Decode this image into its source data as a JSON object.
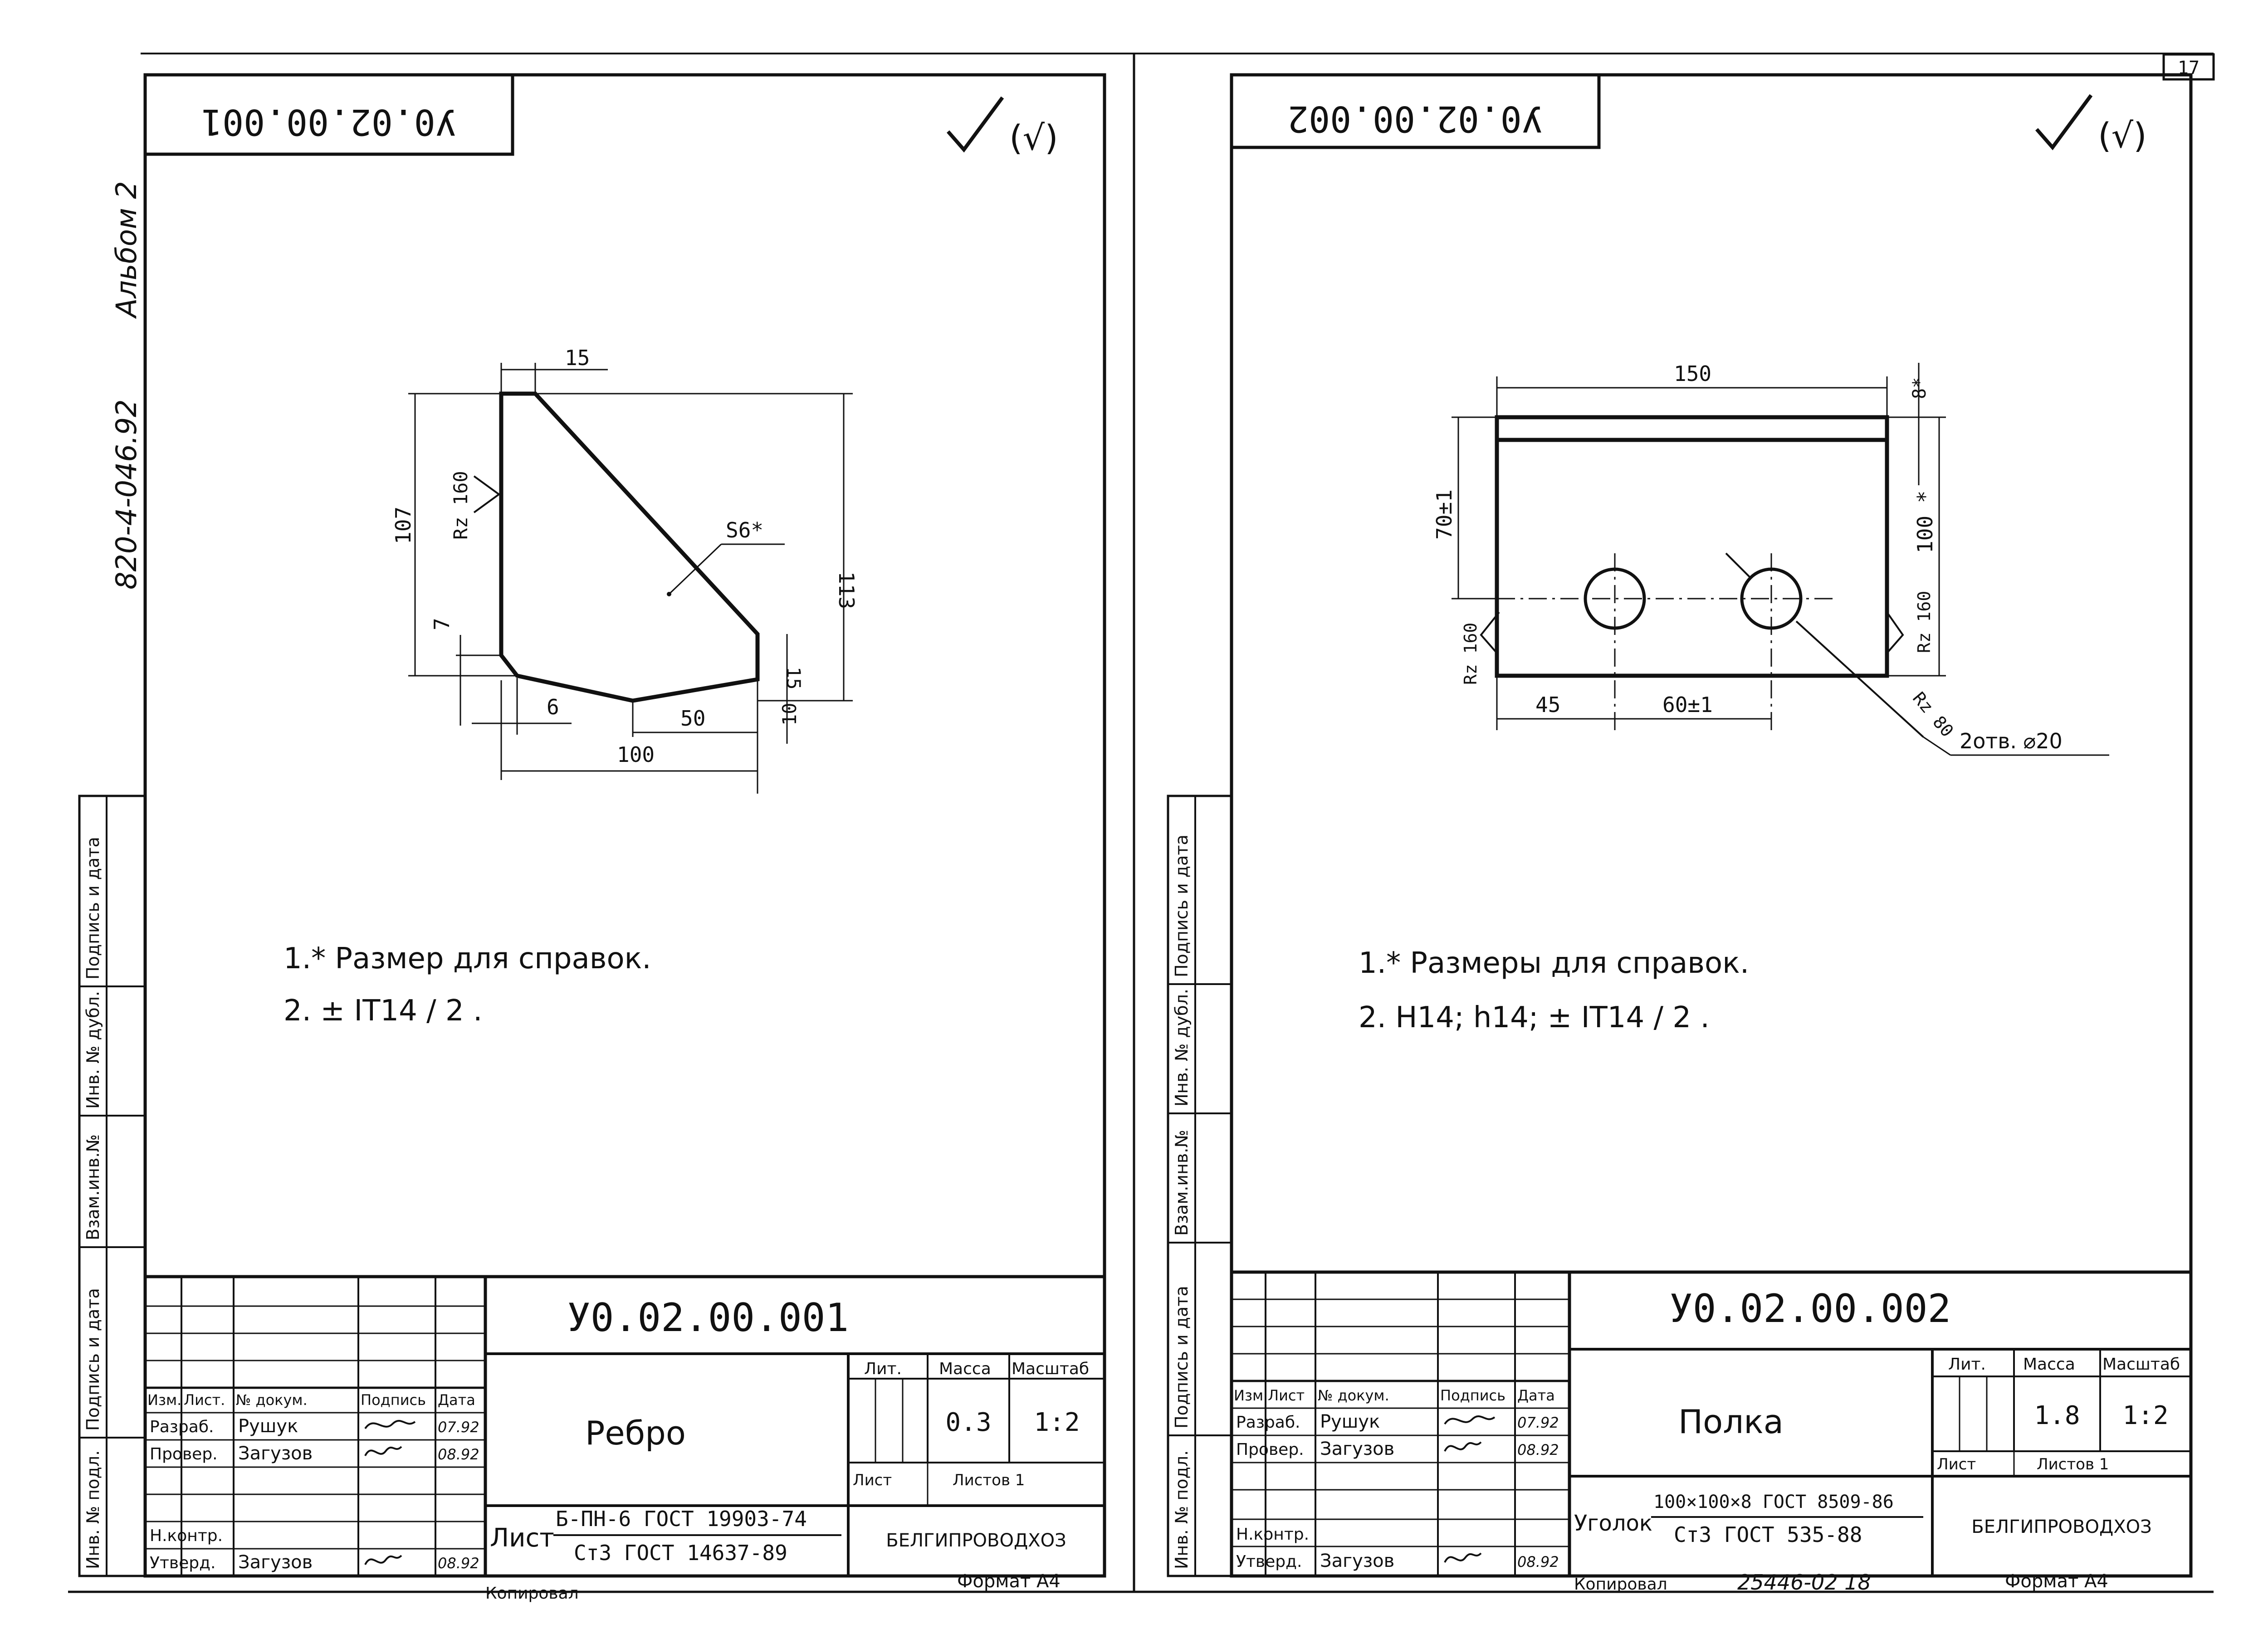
{
  "page_number": "17",
  "album_label": "Альбом 2",
  "series_code": "820-4-046.92",
  "side_labels": [
    "Подпись и дата",
    "Инв. № дубл.",
    "Взам.инв.№",
    "Подпись и дата",
    "Инв. № подл."
  ],
  "sheets": [
    {
      "code": "У0.02.00.001",
      "code_mirror": "У0.02.00.001",
      "name": "Ребро",
      "mass": "0.3",
      "scale": "1:2",
      "sheets_count": "Листов 1",
      "sheet_label": "Лист",
      "material_prefix": "Лист",
      "material_top": "Б-ПН-6 ГОСТ 19903-74",
      "material_bottom": "Ст3 ГОСТ 14637-89",
      "org": "БЕЛГИПРОВОДХОЗ",
      "copied": "Копировал",
      "format": "Формат А4",
      "roughness": "(√)",
      "notes": [
        "1.* Размер для справок.",
        "2.  ± IT14 / 2 ."
      ],
      "headers": [
        "Изм.",
        "Лист.",
        "№ докум.",
        "Подпись",
        "Дата"
      ],
      "roles": [
        {
          "role": "Разраб.",
          "person": "Рушук",
          "date": "07.92"
        },
        {
          "role": "Провер.",
          "person": "Загузов",
          "date": "08.92"
        },
        {
          "role": "Н.контр.",
          "person": "",
          "date": ""
        },
        {
          "role": "Утверд.",
          "person": "Загузов",
          "date": "08.92"
        }
      ],
      "cols": [
        "Лит.",
        "Масса",
        "Масштаб"
      ],
      "dims": {
        "d15": "15",
        "d107": "107",
        "d113": "113",
        "d7": "7",
        "d6": "6",
        "d50": "50",
        "d10": "10",
        "d100": "100",
        "d15b": "15",
        "s6": "S6*",
        "rz": "Rz 160"
      }
    },
    {
      "code": "У0.02.00.002",
      "code_mirror": "У0.02.00.002",
      "name": "Полка",
      "mass": "1.8",
      "scale": "1:2",
      "sheets_count": "Листов 1",
      "sheet_label": "Лист",
      "material_prefix": "Уголок",
      "material_top": "100×100×8 ГОСТ 8509-86",
      "material_bottom": "Ст3 ГОСТ 535-88",
      "org": "БЕЛГИПРОВОДХОЗ",
      "copied": "Копировал",
      "copy_number": "25446-02  18",
      "format": "Формат А4",
      "roughness": "(√)",
      "notes": [
        "1.* Размеры для справок.",
        "2.  H14; h14; ± IT14 / 2 ."
      ],
      "headers": [
        "Изм.",
        "Лист",
        "№ докум.",
        "Подпись",
        "Дата"
      ],
      "roles": [
        {
          "role": "Разраб.",
          "person": "Рушук",
          "date": "07.92"
        },
        {
          "role": "Провер.",
          "person": "Загузов",
          "date": "08.92"
        },
        {
          "role": "Н.контр.",
          "person": "",
          "date": ""
        },
        {
          "role": "Утверд.",
          "person": "Загузов",
          "date": "08.92"
        }
      ],
      "cols": [
        "Лит.",
        "Масса",
        "Масштаб"
      ],
      "dims": {
        "d150": "150",
        "d8": "8*",
        "d70": "70±1",
        "d100": "100 *",
        "d45": "45",
        "d60": "60±1",
        "holes": "2отв. ⌀20",
        "rz1": "Rz 160",
        "rz2": "Rz 160",
        "rz80": "Rz 80"
      }
    }
  ]
}
